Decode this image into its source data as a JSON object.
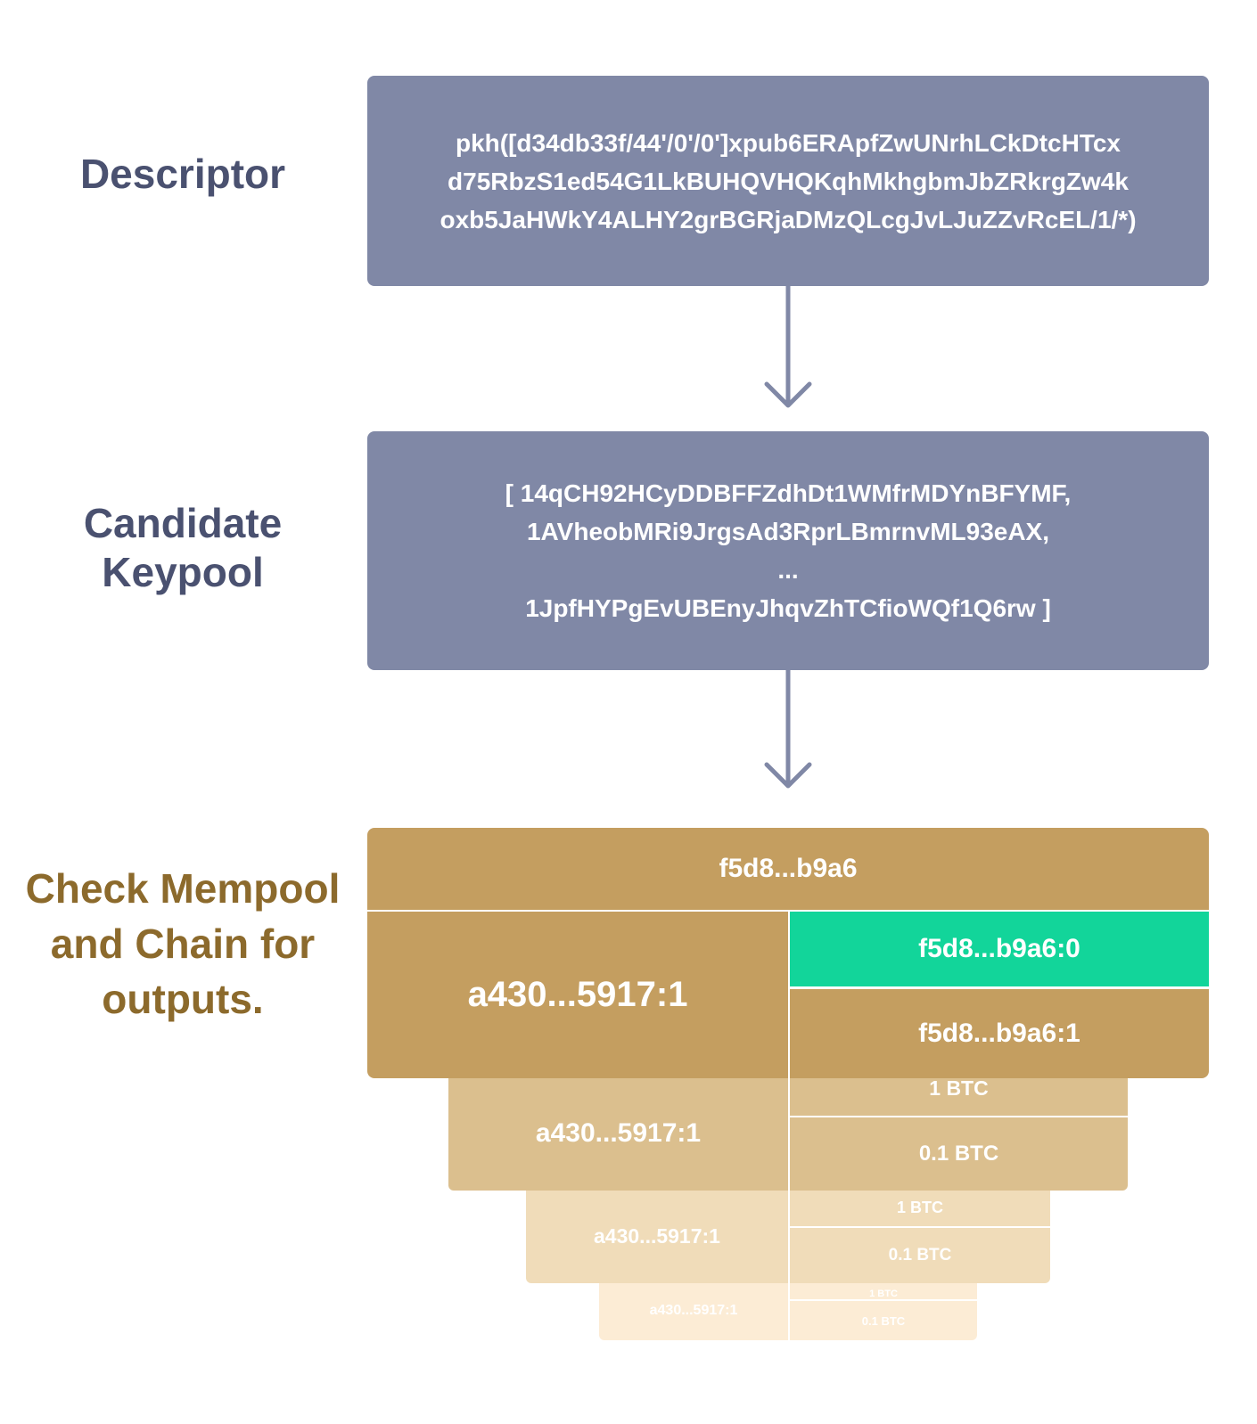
{
  "labels": {
    "descriptor": "Descriptor",
    "keypool_line1": "Candidate",
    "keypool_line2": "Keypool",
    "check_line1": "Check Mempool",
    "check_line2": "and Chain for",
    "check_line3": "outputs."
  },
  "descriptor_box": {
    "lines": [
      "pkh([d34db33f/44'/0'/0']xpub6ERApfZwUNrhLCkDtcHTcx",
      "d75RbzS1ed54G1LkBUHQVHQKqhMkhgbmJbZRkrgZw4k",
      "oxb5JaHWkY4ALHY2grBGRjaDMzQLcgJvLJuZZvRcEL/1/*)"
    ]
  },
  "keypool_box": {
    "lines": [
      "[ 14qCH92HCyDDBFFZdhDt1WMfrMDYnBFYMF,",
      "1AVheobMRi9JrgsAd3RprLBmrnvML93eAX,",
      "...",
      "1JpfHYPgEvUBEnyJhqvZhTCfioWQf1Q6rw ]"
    ]
  },
  "transaction": {
    "txid": "f5d8...b9a6",
    "input": "a430...5917:1",
    "output_0": "f5d8...b9a6:0",
    "output_1": "f5d8...b9a6:1"
  },
  "stack": [
    {
      "input": "a430...5917:1",
      "out_a": "1 BTC",
      "out_b": "0.1 BTC"
    },
    {
      "input": "a430...5917:1",
      "out_a": "1 BTC",
      "out_b": "0.1 BTC"
    },
    {
      "input": "a430...5917:1",
      "out_a": "1 BTC",
      "out_b": "0.1 BTC"
    }
  ],
  "colors": {
    "box_blue": "#8088a6",
    "label_blue": "#4a5170",
    "label_gold": "#8c6a2c",
    "gold": "#c49e60",
    "highlight_green": "#12d59a",
    "stack_1": "#dbbf8e",
    "stack_2": "#f0dcb9",
    "stack_3": "#fcecd5"
  }
}
